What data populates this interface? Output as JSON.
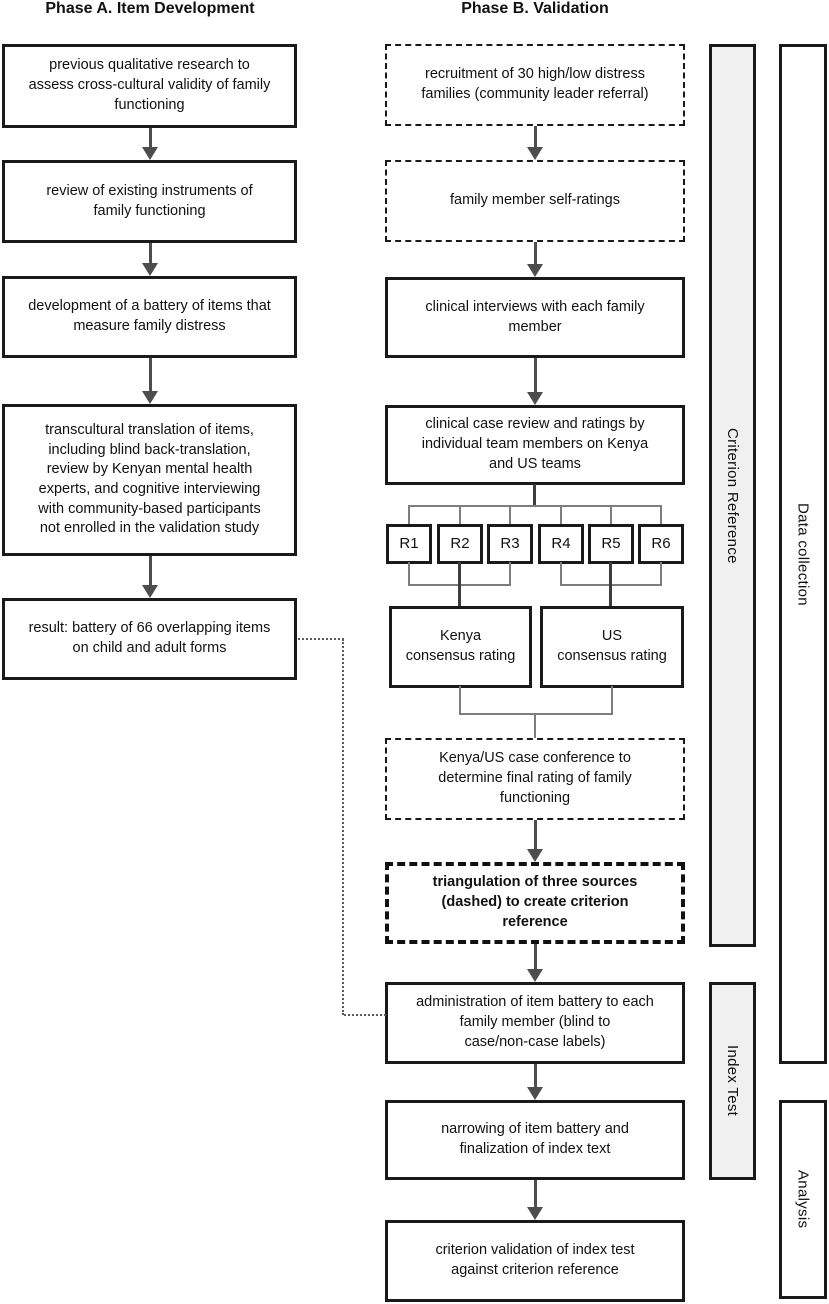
{
  "phase_a": {
    "title": "Phase A. Item Development",
    "boxes": [
      "previous qualitative research to\nassess cross-cultural validity of family\nfunctioning",
      "review of existing instruments of\nfamily functioning",
      "development of a battery of items that\nmeasure family distress",
      "transcultural translation of items,\nincluding blind back-translation,\nreview by Kenyan mental health\nexperts, and cognitive interviewing\nwith community-based participants\nnot enrolled in the validation study",
      "result: battery of 66 overlapping items\non child and adult forms"
    ]
  },
  "phase_b": {
    "title": "Phase B. Validation",
    "recruitment": "recruitment of 30 high/low distress\nfamilies (community leader referral)",
    "self_ratings": "family member self-ratings",
    "clinical_interviews": "clinical interviews with each family\nmember",
    "case_review": "clinical case review and ratings by\nindividual team members on Kenya\nand US teams",
    "raters": [
      "R1",
      "R2",
      "R3",
      "R4",
      "R5",
      "R6"
    ],
    "kenya_consensus": "Kenya\nconsensus rating",
    "us_consensus": "US\nconsensus rating",
    "case_conference": "Kenya/US case conference to\ndetermine final rating of family\nfunctioning",
    "triangulation": "triangulation of three sources\n(dashed) to create criterion\nreference",
    "administration": "administration of item battery to each\nfamily member (blind to\ncase/non-case labels)",
    "narrowing": "narrowing of item battery and\nfinalization of index text",
    "criterion_validation": "criterion validation of index test\nagainst criterion reference"
  },
  "sidebars": {
    "criterion_reference": "Criterion Reference",
    "data_collection": "Data collection",
    "index_test": "Index Test",
    "analysis": "Analysis"
  },
  "colors": {
    "box_border": "#1a1a1a",
    "arrow": "#4d4d4d",
    "connector": "#7d7d7d",
    "shaded_bar_fill": "#f0f0f0",
    "background": "#ffffff"
  }
}
